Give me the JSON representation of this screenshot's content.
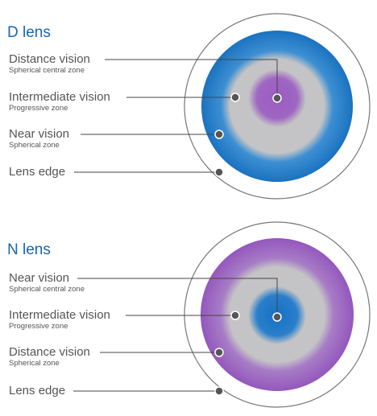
{
  "d_lens": {
    "title": "D lens",
    "labels": [
      {
        "main": "Distance vision",
        "sub": "Spherical central zone"
      },
      {
        "main": "Intermediate vision",
        "sub": "Progressive zone"
      },
      {
        "main": "Near vision",
        "sub": "Spherical zone"
      },
      {
        "main": "Lens edge",
        "sub": ""
      }
    ],
    "colors": {
      "center": "#9b5fc0",
      "middle": "#c4c4c6",
      "ring": "#1f7cc8"
    }
  },
  "n_lens": {
    "title": "N lens",
    "labels": [
      {
        "main": "Near vision",
        "sub": "Spherical central zone"
      },
      {
        "main": "Intermediate vision",
        "sub": "Progressive zone"
      },
      {
        "main": "Distance vision",
        "sub": "Spherical zone"
      },
      {
        "main": "Lens edge",
        "sub": ""
      }
    ],
    "colors": {
      "center": "#1f7cc8",
      "middle": "#c4c4c6",
      "ring": "#9b5fc0"
    }
  }
}
